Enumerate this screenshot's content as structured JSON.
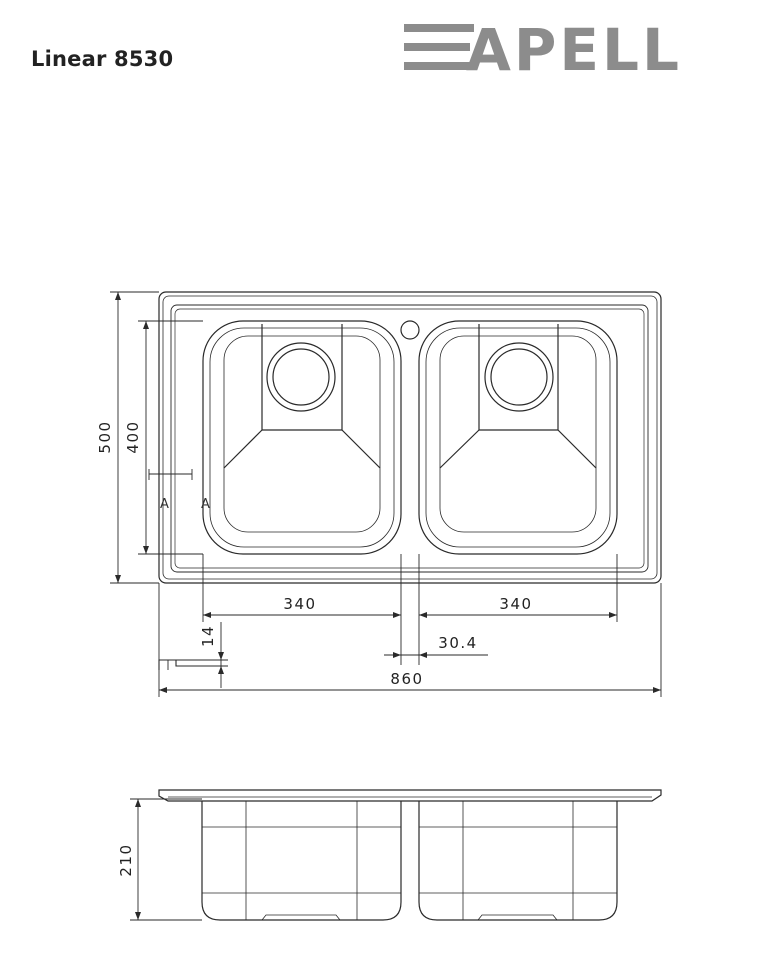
{
  "header": {
    "model_title": "Linear 8530",
    "brand_logo_text": "APELL"
  },
  "dimensions": {
    "overall_depth": "500",
    "bowl_depth": "400",
    "left_bowl_width": "340",
    "right_bowl_width": "340",
    "rim_height": "14",
    "divider_gap": "30.4",
    "overall_width": "860",
    "bowl_height": "210"
  },
  "section_marks": {
    "left": "A",
    "right": "A"
  },
  "colors": {
    "line": "#2a2a2a",
    "logo": "#8c8c8c"
  }
}
